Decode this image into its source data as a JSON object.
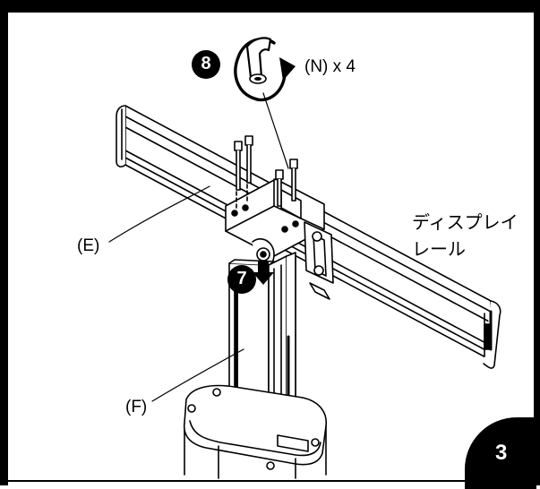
{
  "labels": {
    "step8": "8",
    "step7": "7",
    "screw_spec": "(N) x 4",
    "part_e": "(E)",
    "part_f": "(F)",
    "display_rail_line1": "ディスプレイ",
    "display_rail_line2": "レール",
    "page_number": "3"
  },
  "icons": {
    "rotate": "clockwise-rotation-icon"
  },
  "colors": {
    "ink": "#000000",
    "paper": "#ffffff"
  }
}
